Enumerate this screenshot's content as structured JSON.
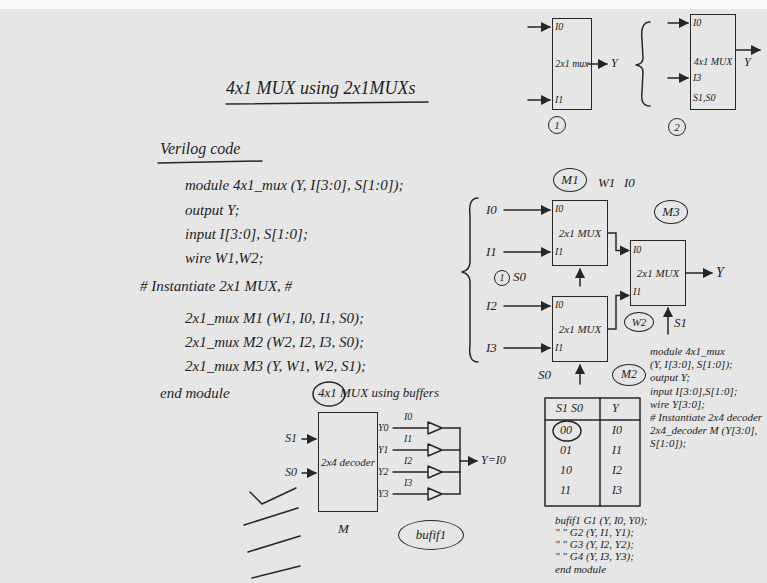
{
  "diagram": {
    "title": "4x1 MUX using 2x1MUXs",
    "nodes": [
      {
        "text": [
          "2x1 mux"
        ]
      },
      {
        "text": [
          "4x1 MUX"
        ]
      },
      {
        "text": [
          "1"
        ]
      },
      {
        "text": [
          "2"
        ]
      },
      {
        "text": [
          "M1"
        ]
      },
      {
        "text": [
          "2x1 MUX"
        ]
      },
      {
        "text": [
          "M3"
        ]
      },
      {
        "text": [
          "2x1 MUX"
        ]
      },
      {
        "text": [
          "1"
        ]
      },
      {
        "text": [
          "W2"
        ]
      },
      {
        "text": [
          "2x1 MUX"
        ]
      },
      {
        "text": [
          "M2"
        ]
      },
      {
        "text": [
          "2x4 decoder"
        ]
      },
      {
        "text": [
          "bufif1"
        ]
      }
    ],
    "edges": [
      {
        "from": 5,
        "to": 7,
        "arrow": "to"
      },
      {
        "from": 10,
        "to": 7,
        "arrow": "to"
      }
    ],
    "labels": [
      "Verilog code",
      "module 4x1_mux (Y, I[3:0], S[1:0]);",
      "output Y;",
      "input I[3:0], S[1:0];",
      "wire W1,W2;",
      "# Instantiate 2x1 MUX, #",
      "2x1_mux M1 (W1, I0, I1, S0);",
      "2x1_mux M2 (W2, I2, I3, S0);",
      "2x1_mux M3 (Y, W1, W2, S1);",
      "end module",
      "I0",
      "I1",
      "Y",
      "I0",
      "I3",
      "S1,S0",
      "Y",
      "I0",
      "I1",
      "S0",
      "W1",
      "I0",
      "I0",
      "I1",
      "I0",
      "I1",
      "Y",
      "I2",
      "I3",
      "I0",
      "I1",
      "S0",
      "S1",
      "4x1 MUX using buffers",
      "S1",
      "S0",
      "Y0",
      "Y1",
      "Y2",
      "Y3",
      "I0",
      "I1",
      "I2",
      "I3",
      "M",
      "Y=I0",
      "S1 S0",
      "Y",
      "00",
      "I0",
      "01",
      "I1",
      "10",
      "I2",
      "11",
      "I3",
      "module 4x1_mux",
      "(Y, I[3:0], S[1:0]);",
      "output Y;",
      "input I[3:0],S[1:0];",
      "wire Y[3:0];",
      "# Instantiate 2x4 decoder",
      "2x4_decoder M (Y[3:0], S[1:0]);",
      "bufif1 G1 (Y, I0, Y0);",
      "\" \" G2 (Y, I1, Y1);",
      "\" \" G3 (Y, I2, Y2);",
      "\" \" G4 (Y, I3, Y3);",
      "end module"
    ]
  }
}
